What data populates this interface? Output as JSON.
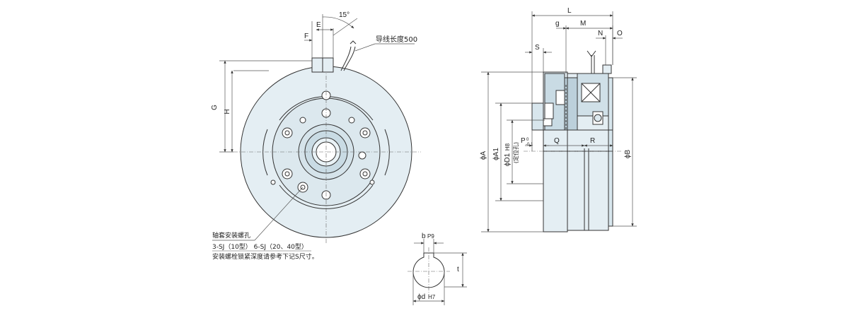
{
  "colors": {
    "fill": "#e4eef3",
    "fill_dark": "#c9dbe4",
    "line": "#333333",
    "dim": "#555555"
  },
  "front_view": {
    "angle_label": "15°",
    "lead_wire_label": "导线长度500",
    "dim_F": "F",
    "dim_E": "E",
    "dim_G": "G",
    "dim_H": "H"
  },
  "notes": {
    "line1": "轴套安装螺孔",
    "line2": "3-SJ（10型） 6-SJ（20、40型）",
    "line3": "安装螺栓锁紧深度请参考下记S尺寸。"
  },
  "keyway_view": {
    "b": "b",
    "p9": "P9",
    "t": "t",
    "d": "ϕd",
    "h7": "H7"
  },
  "side_view": {
    "L": "L",
    "g": "g",
    "M": "M",
    "N": "N",
    "O": "O",
    "S": "S",
    "P": "P",
    "P_sub_top": "0",
    "P_sub_bottom": "-0.1",
    "Q": "Q",
    "R": "R",
    "phiA": "ϕA",
    "phiA1": "ϕA1",
    "phiD1": "ϕD1",
    "h8": "H8",
    "locating_hole": "(定位孔)",
    "phiB": "ϕB"
  }
}
